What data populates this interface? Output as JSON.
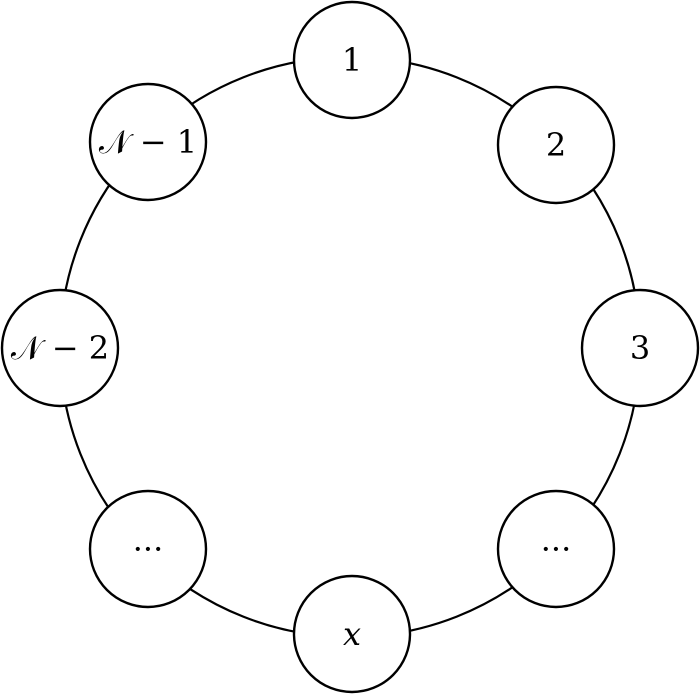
{
  "diagram": {
    "nodes": [
      {
        "id": "node-1",
        "label": "1",
        "italic": false
      },
      {
        "id": "node-2",
        "label": "2",
        "italic": false
      },
      {
        "id": "node-3",
        "label": "3",
        "italic": false
      },
      {
        "id": "node-ellipsis-right",
        "label": "···",
        "italic": false
      },
      {
        "id": "node-x",
        "label": "x",
        "italic": true
      },
      {
        "id": "node-ellipsis-left",
        "label": "···",
        "italic": false
      },
      {
        "id": "node-n-minus-2",
        "label": "𝒩 − 2",
        "italic": false
      },
      {
        "id": "node-n-minus-1",
        "label": "𝒩 − 1",
        "italic": false
      }
    ]
  }
}
